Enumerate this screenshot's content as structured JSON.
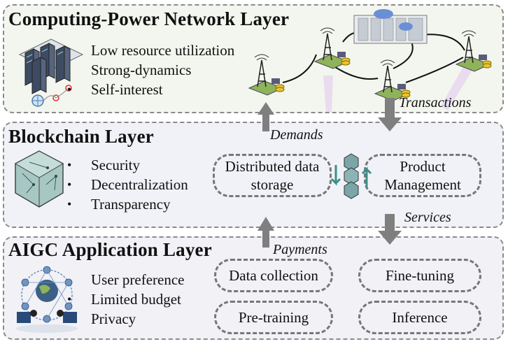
{
  "layers": {
    "computing": {
      "title": "Computing-Power Network Layer",
      "features": [
        "Low resource utilization",
        "Strong-dynamics",
        "Self-interest"
      ]
    },
    "blockchain": {
      "title": "Blockchain Layer",
      "features": [
        "Security",
        "Decentralization",
        "Transparency"
      ],
      "modules": [
        "Distributed data storage",
        "Product Management"
      ]
    },
    "aigc": {
      "title": "AIGC Application Layer",
      "features": [
        "User preference",
        "Limited budget",
        "Privacy"
      ],
      "modules": [
        "Data collection",
        "Fine-tuning",
        "Pre-training",
        "Inference"
      ]
    }
  },
  "flows": {
    "transactions": "Transactions",
    "demands": "Demands",
    "services": "Services",
    "payments": "Payments"
  },
  "colors": {
    "arrow": "#7f7f7f",
    "layer1_bg": "#f3f6ee",
    "layer2_bg": "#f0f2f7",
    "layer3_bg": "#f1f1f6",
    "tower_base": "#8fb35a",
    "coin": "#e8c232",
    "cube": "#7aa6a8"
  },
  "icons": [
    "server-rack-icon",
    "cell-tower-icon",
    "cloud-datacenter-icon",
    "blockchain-cube-icon",
    "chain-blocks-icon",
    "user-network-globe-icon"
  ]
}
